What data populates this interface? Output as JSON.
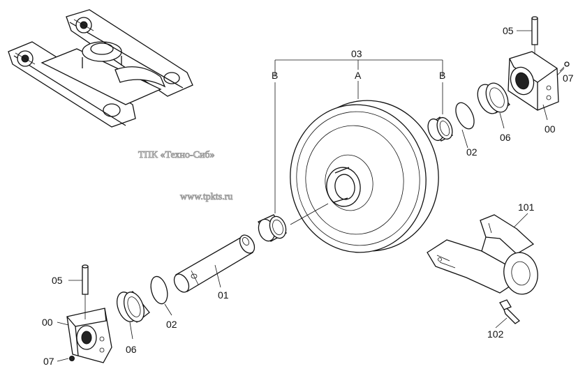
{
  "labels": {
    "l03": "03",
    "lA": "A",
    "lB1": "B",
    "lB2": "B",
    "l05_top": "05",
    "l07_top": "07",
    "l00_top": "00",
    "l06_top": "06",
    "l02_top": "02",
    "l01": "01",
    "l101": "101",
    "l102": "102",
    "l05_bot": "05",
    "l00_bot": "00",
    "l07_bot": "07",
    "l06_bot": "06",
    "l02_bot": "02"
  },
  "watermark": {
    "line1": "ТПК «Техно-Сиб»",
    "line2": "www.tpkts.ru"
  }
}
